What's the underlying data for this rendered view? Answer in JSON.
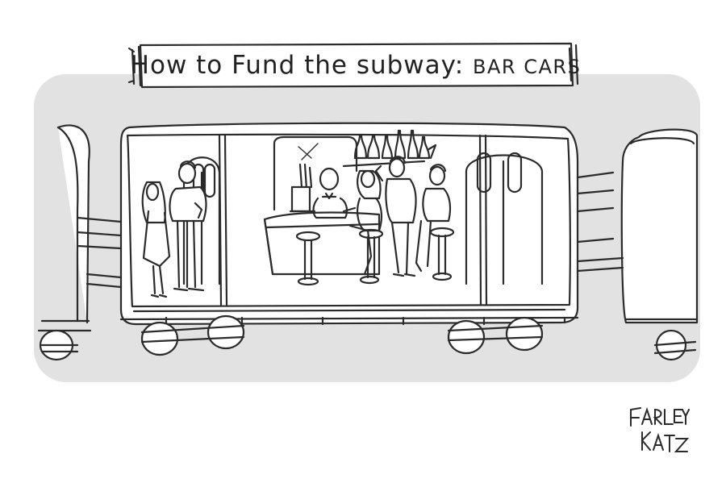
{
  "cartoon": {
    "caption_main": "How to Fund the subway: ",
    "caption_emphasis": "BAR CARS",
    "signature": "FARLEY KATZ"
  },
  "colors": {
    "ink": "#2b2b2b",
    "backdrop": "#e2e2e2",
    "paper": "#ffffff"
  },
  "elements": {
    "subway_cars": [
      "left-car-partial",
      "center-bar-car",
      "right-car-partial"
    ],
    "figures": [
      "standing-woman",
      "standing-man-with-drink",
      "bartender",
      "seated-woman-at-bar",
      "standing-man-at-bar",
      "seated-man-at-bar"
    ],
    "props": [
      "bottles-shelf",
      "beer-taps",
      "bar-counter",
      "bar-stools",
      "wheels"
    ]
  }
}
